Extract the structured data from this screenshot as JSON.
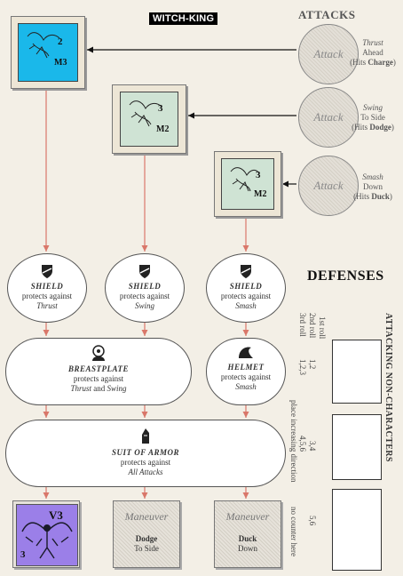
{
  "title": "WITCH-KING",
  "attacks_heading": "ATTACKS",
  "defenses_heading": "DEFENSES",
  "counters": [
    {
      "strength": "2",
      "move": "M3",
      "color": "#1ab8ea"
    },
    {
      "strength": "3",
      "move": "M2",
      "color": "#cfe3d4"
    },
    {
      "strength": "3",
      "move": "M2",
      "color": "#cfe3d4"
    }
  ],
  "attacks": [
    {
      "label": "Attack",
      "line1": "Thrust",
      "line2": "Ahead",
      "hits_prefix": "(Hits ",
      "hits": "Charge",
      "hits_suffix": ")"
    },
    {
      "label": "Attack",
      "line1": "Swing",
      "line2": "To Side",
      "hits_prefix": "(Hits ",
      "hits": "Dodge",
      "hits_suffix": ")"
    },
    {
      "label": "Attack",
      "line1": "Smash",
      "line2": "Down",
      "hits_prefix": "(Hits ",
      "hits": "Duck",
      "hits_suffix": ")"
    }
  ],
  "shields": [
    {
      "name": "SHIELD",
      "protects": "protects against",
      "target": "Thrust"
    },
    {
      "name": "SHIELD",
      "protects": "protects against",
      "target": "Swing"
    },
    {
      "name": "SHIELD",
      "protects": "protects against",
      "target": "Smash"
    }
  ],
  "breastplate": {
    "name": "BREASTPLATE",
    "protects": "protects against",
    "t1": "Thrust",
    "and": " and ",
    "t2": "Swing"
  },
  "helmet": {
    "name": "HELMET",
    "protects": "protects against",
    "target": "Smash"
  },
  "suit": {
    "name": "SUIT OF ARMOR",
    "protects": "protects against",
    "target": "All Attacks"
  },
  "results": {
    "first": {
      "strength": "V3",
      "number": "3",
      "color": "#9b7fe8"
    },
    "dodge": {
      "maneuver": "Maneuver",
      "line1": "Dodge",
      "line2": "To Side"
    },
    "duck": {
      "maneuver": "Maneuver",
      "line1": "Duck",
      "line2": "Down"
    }
  },
  "side_panel": {
    "title": "ATTACKING NON-CHARACTERS",
    "rolls": [
      "1st roll",
      "2nd roll",
      "3rd roll"
    ],
    "row1": "1,2",
    "row2": "1,2,3",
    "row3": "3,4",
    "row4": "4,5,6",
    "row5": "5,6",
    "note1": "place increasing direction",
    "note2": "no counter here"
  }
}
